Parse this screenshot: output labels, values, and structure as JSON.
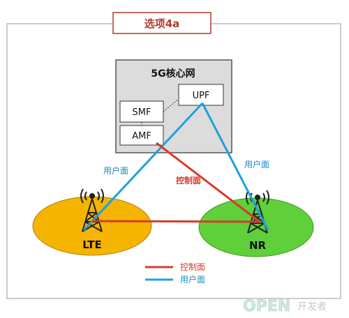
{
  "title": "选项4a",
  "core": {
    "label": "5G核心网",
    "upf": "UPF",
    "smf": "SMF",
    "amf": "AMF"
  },
  "links": {
    "user_plane_left": "用户面",
    "user_plane_right": "用户面",
    "control_plane": "控制面"
  },
  "cells": {
    "lte": "LTE",
    "nr": "NR"
  },
  "legend": {
    "control_plane": "控制面",
    "user_plane": "用户面"
  },
  "watermark": {
    "brand": "OPEN",
    "sub": "开发者"
  },
  "colors": {
    "control_plane": "#d93a2b",
    "user_plane": "#1fa0de",
    "lte_fill": "#f4b400",
    "nr_fill": "#5fcf3a",
    "title_border": "#b23b2b",
    "core_fill": "#dcdcdc"
  }
}
